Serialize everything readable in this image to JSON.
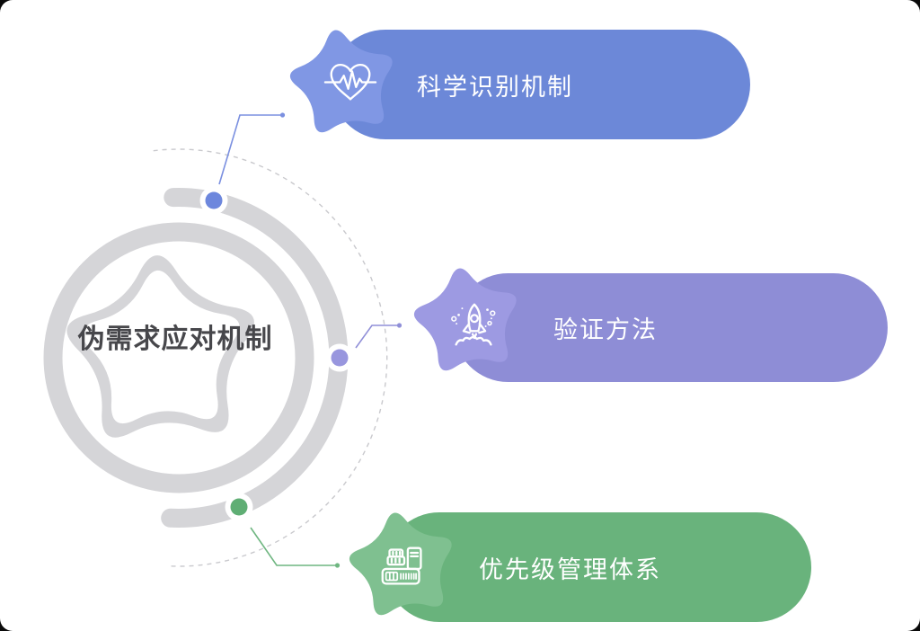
{
  "center": {
    "label": "伪需求应对机制",
    "text_color": "#47474B"
  },
  "decor": {
    "background": "#FFFFFF",
    "ring_color": "#D5D5D8",
    "arc_color": "#D5D5D8",
    "dashed_arc_color": "#C9C9CD",
    "star_color": "#D5D5D8"
  },
  "branches": [
    {
      "label": "科学识别机制",
      "icon": "heart-pulse-icon",
      "pill_color": "#6C88D8",
      "star_color": "#8097E4",
      "connector_color": "#7B90E0",
      "dot_color": "#6D87DD"
    },
    {
      "label": "验证方法",
      "icon": "rocket-icon",
      "pill_color": "#8E8DD6",
      "star_color": "#9D9AE2",
      "connector_color": "#908FD8",
      "dot_color": "#9896DE"
    },
    {
      "label": "优先级管理体系",
      "icon": "factory-machine-icon",
      "pill_color": "#69B37C",
      "star_color": "#7FC090",
      "connector_color": "#6FB681",
      "dot_color": "#5FAE74"
    }
  ]
}
